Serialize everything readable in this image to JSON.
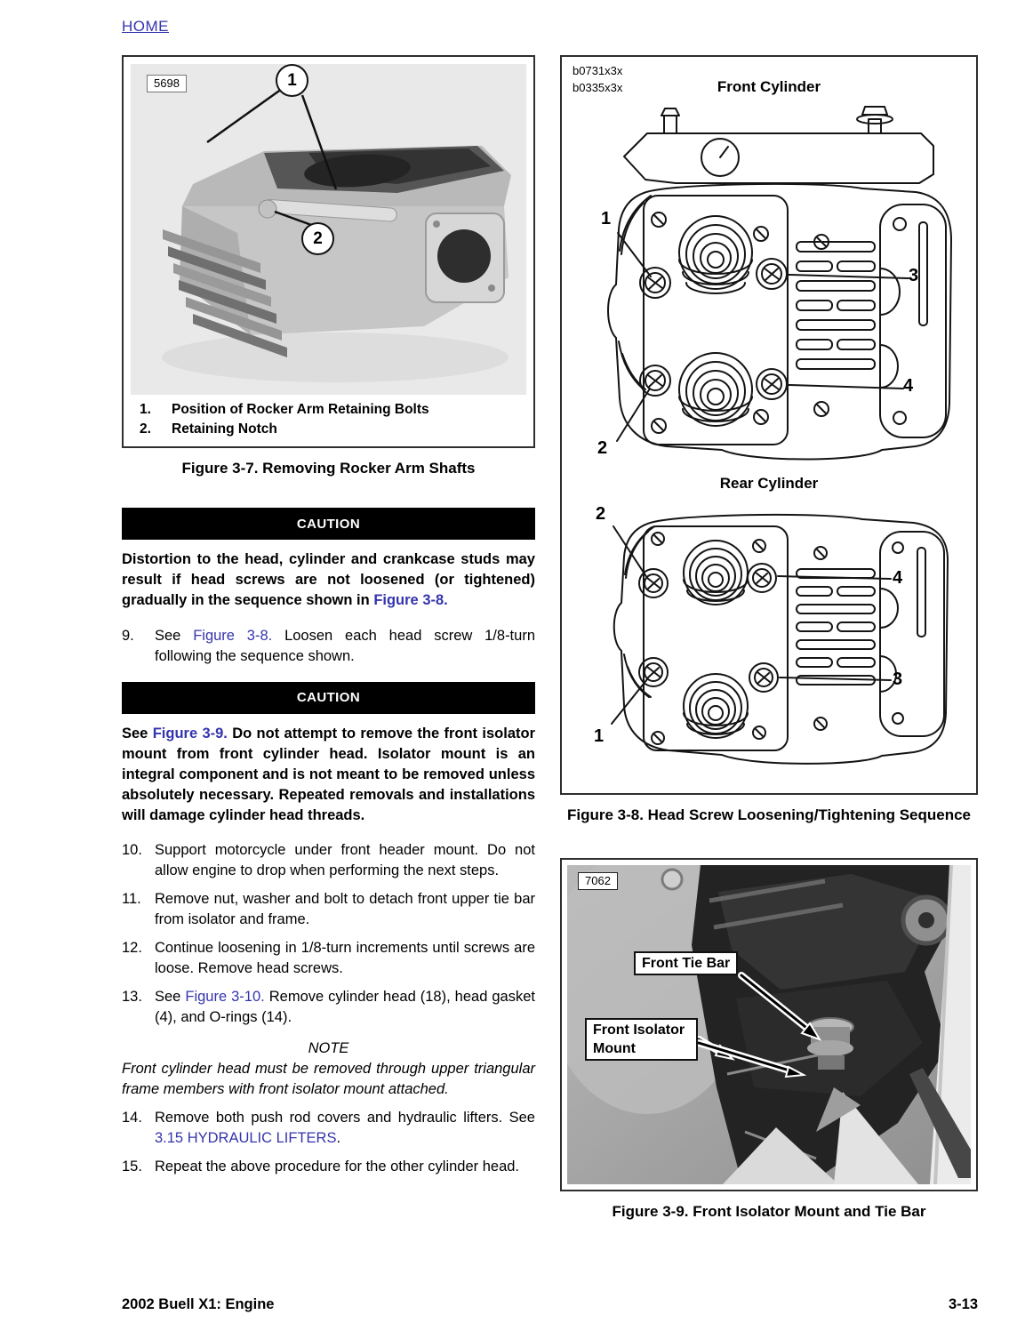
{
  "page": {
    "home_link": "HOME",
    "footer_left": "2002 Buell X1: Engine",
    "footer_right": "3-13"
  },
  "colors": {
    "link": "#3434ad",
    "caution_bg": "#000000",
    "caution_text": "#ffffff"
  },
  "fig37": {
    "photo_id": "5698",
    "callout1": "1",
    "callout2": "2",
    "legend": [
      {
        "num": "1.",
        "text": "Position of Rocker Arm Retaining Bolts"
      },
      {
        "num": "2.",
        "text": "Retaining Notch"
      }
    ],
    "caption": "Figure 3-7. Removing Rocker Arm Shafts"
  },
  "caution1": {
    "title": "CAUTION",
    "seg0": "Distortion to the head, cylinder and crankcase studs may result if head screws are not loosened (or tightened) gradually in the sequence shown in ",
    "link": "Figure 3-8."
  },
  "caution2": {
    "title": "CAUTION",
    "seg0": "See ",
    "link": "Figure 3-9.",
    "seg1": " Do not attempt to remove the front isolator mount from front cylinder head. Isolator mount is an integral component and is not meant to be removed unless absolutely necessary. Repeated removals and installations will damage cylinder head threads."
  },
  "steps": [
    {
      "num": "9.",
      "pre": "See ",
      "link": "Figure 3-8.",
      "post": " Loosen each head screw 1/8-turn following the sequence shown."
    },
    {
      "num": "10.",
      "text": "Support motorcycle under front header mount. Do not allow engine to drop when performing the next steps."
    },
    {
      "num": "11.",
      "text": "Remove nut, washer and bolt to detach front upper tie bar from isolator and frame."
    },
    {
      "num": "12.",
      "text": "Continue loosening in 1/8-turn increments until screws are loose. Remove head screws."
    },
    {
      "num": "13.",
      "pre": "See ",
      "link": "Figure 3-10.",
      "post": " Remove cylinder head (18), head gasket (4), and O-rings (14)."
    },
    {
      "num": "14.",
      "pre": "Remove both push rod covers and hydraulic lifters. See ",
      "link": "3.15 HYDRAULIC LIFTERS",
      "post": "."
    },
    {
      "num": "15.",
      "text": "Repeat the above procedure for the other cylinder head."
    }
  ],
  "note": {
    "title": "NOTE",
    "text": "Front cylinder head must be removed through upper triangular frame members with front isolator mount attached."
  },
  "fig38": {
    "drawing_id1": "b0731x3x",
    "drawing_id2": "b0335x3x",
    "front_title": "Front Cylinder",
    "rear_title": "Rear Cylinder",
    "front_callouts": {
      "tl": "1",
      "bl": "2",
      "tr": "3",
      "br": "4"
    },
    "rear_callouts": {
      "tl": "2",
      "bl": "1",
      "tr": "4",
      "br": "3"
    },
    "caption": "Figure 3-8. Head Screw Loosening/Tightening Sequence"
  },
  "fig39": {
    "photo_id": "7062",
    "label_tie_bar": "Front Tie Bar",
    "label_isolator": "Front Isolator Mount",
    "caption": "Figure 3-9. Front Isolator Mount and Tie Bar"
  }
}
